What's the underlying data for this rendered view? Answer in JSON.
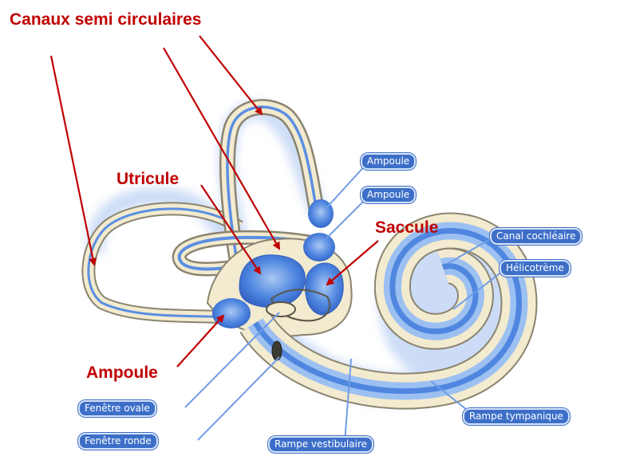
{
  "labels": {
    "canaux": "Canaux semi circulaires",
    "utricule": "Utricule",
    "saccule": "Saccule",
    "ampoule_red": "Ampoule"
  },
  "pills": {
    "ampoule_1": "Ampoule",
    "ampoule_2": "Ampoule",
    "canal_cochleaire": "Canal cochléaire",
    "helicotreme": "Hélicotrème",
    "fenetre_ovale": "Fenêtre ovale",
    "fenetre_ronde": "Fenêtre ronde",
    "rampe_vestibulaire": "Rampe vestibulaire",
    "rampe_tympanique": "Rampe tympanique"
  },
  "colors": {
    "annotation_red": "#c00000",
    "pill_blue": "#3d6fc9",
    "membrane_blue": "#4f86e0",
    "bone_cream": "#f3ebcf"
  }
}
